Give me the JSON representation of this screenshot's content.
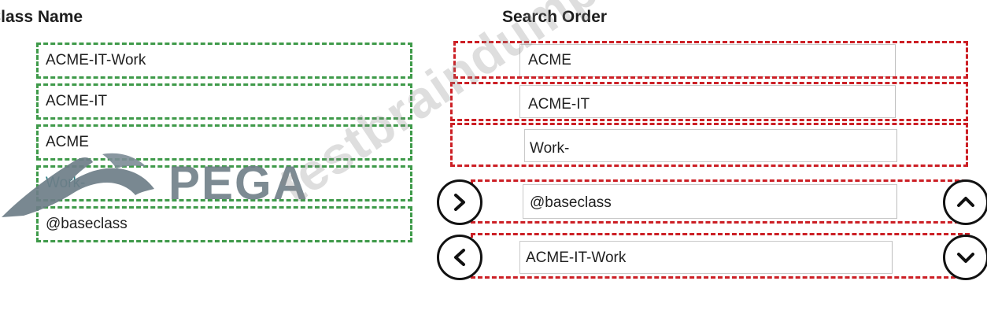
{
  "left_panel": {
    "title": "Class Name",
    "items": [
      "ACME-IT-Work",
      "ACME-IT",
      "ACME",
      "Work-",
      "@baseclass"
    ]
  },
  "right_panel": {
    "title": "Search Order",
    "items": [
      "ACME",
      "ACME-IT",
      "Work-",
      "@baseclass",
      "ACME-IT-Work"
    ]
  },
  "buttons": {
    "move_right": "chevron-right-icon",
    "move_left": "chevron-left-icon",
    "move_up": "chevron-up-icon",
    "move_down": "chevron-down-icon"
  },
  "logo": {
    "text": "PEGA"
  },
  "watermark": {
    "text": "testbraindump.com"
  },
  "colors": {
    "green_dash": "#3f9a4a",
    "red_dash": "#cc1f25"
  }
}
